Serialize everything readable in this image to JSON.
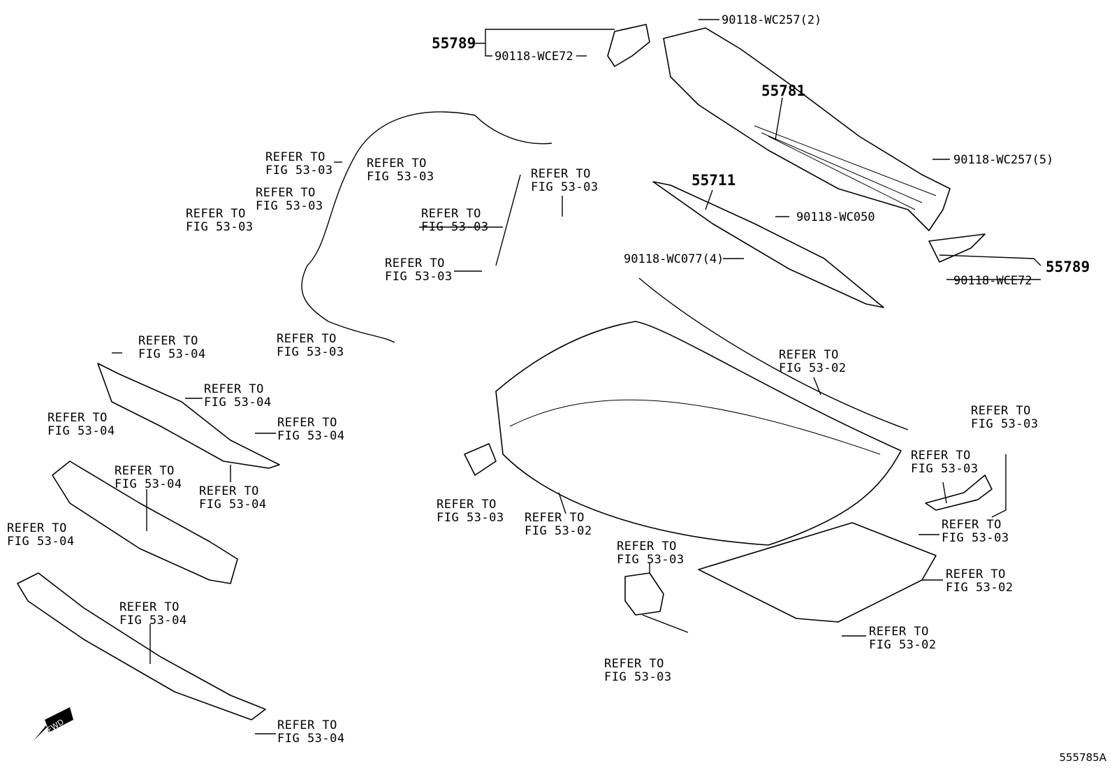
{
  "refer_lines": [
    "REFER TO",
    "FIG 53-02",
    "FIG 53-03",
    "FIG 53-04"
  ],
  "part_numbers": {
    "p55789": "55789",
    "p55781": "55781",
    "p55711": "55711",
    "wc257_2": "90118-WC257(2)",
    "wc257_5": "90118-WC257(5)",
    "wce72": "90118-WCE72",
    "wc050": "90118-WC050",
    "wc077_4": "90118-WC077(4)"
  },
  "fwd_label": "FWD",
  "drawing_id": "555785A"
}
